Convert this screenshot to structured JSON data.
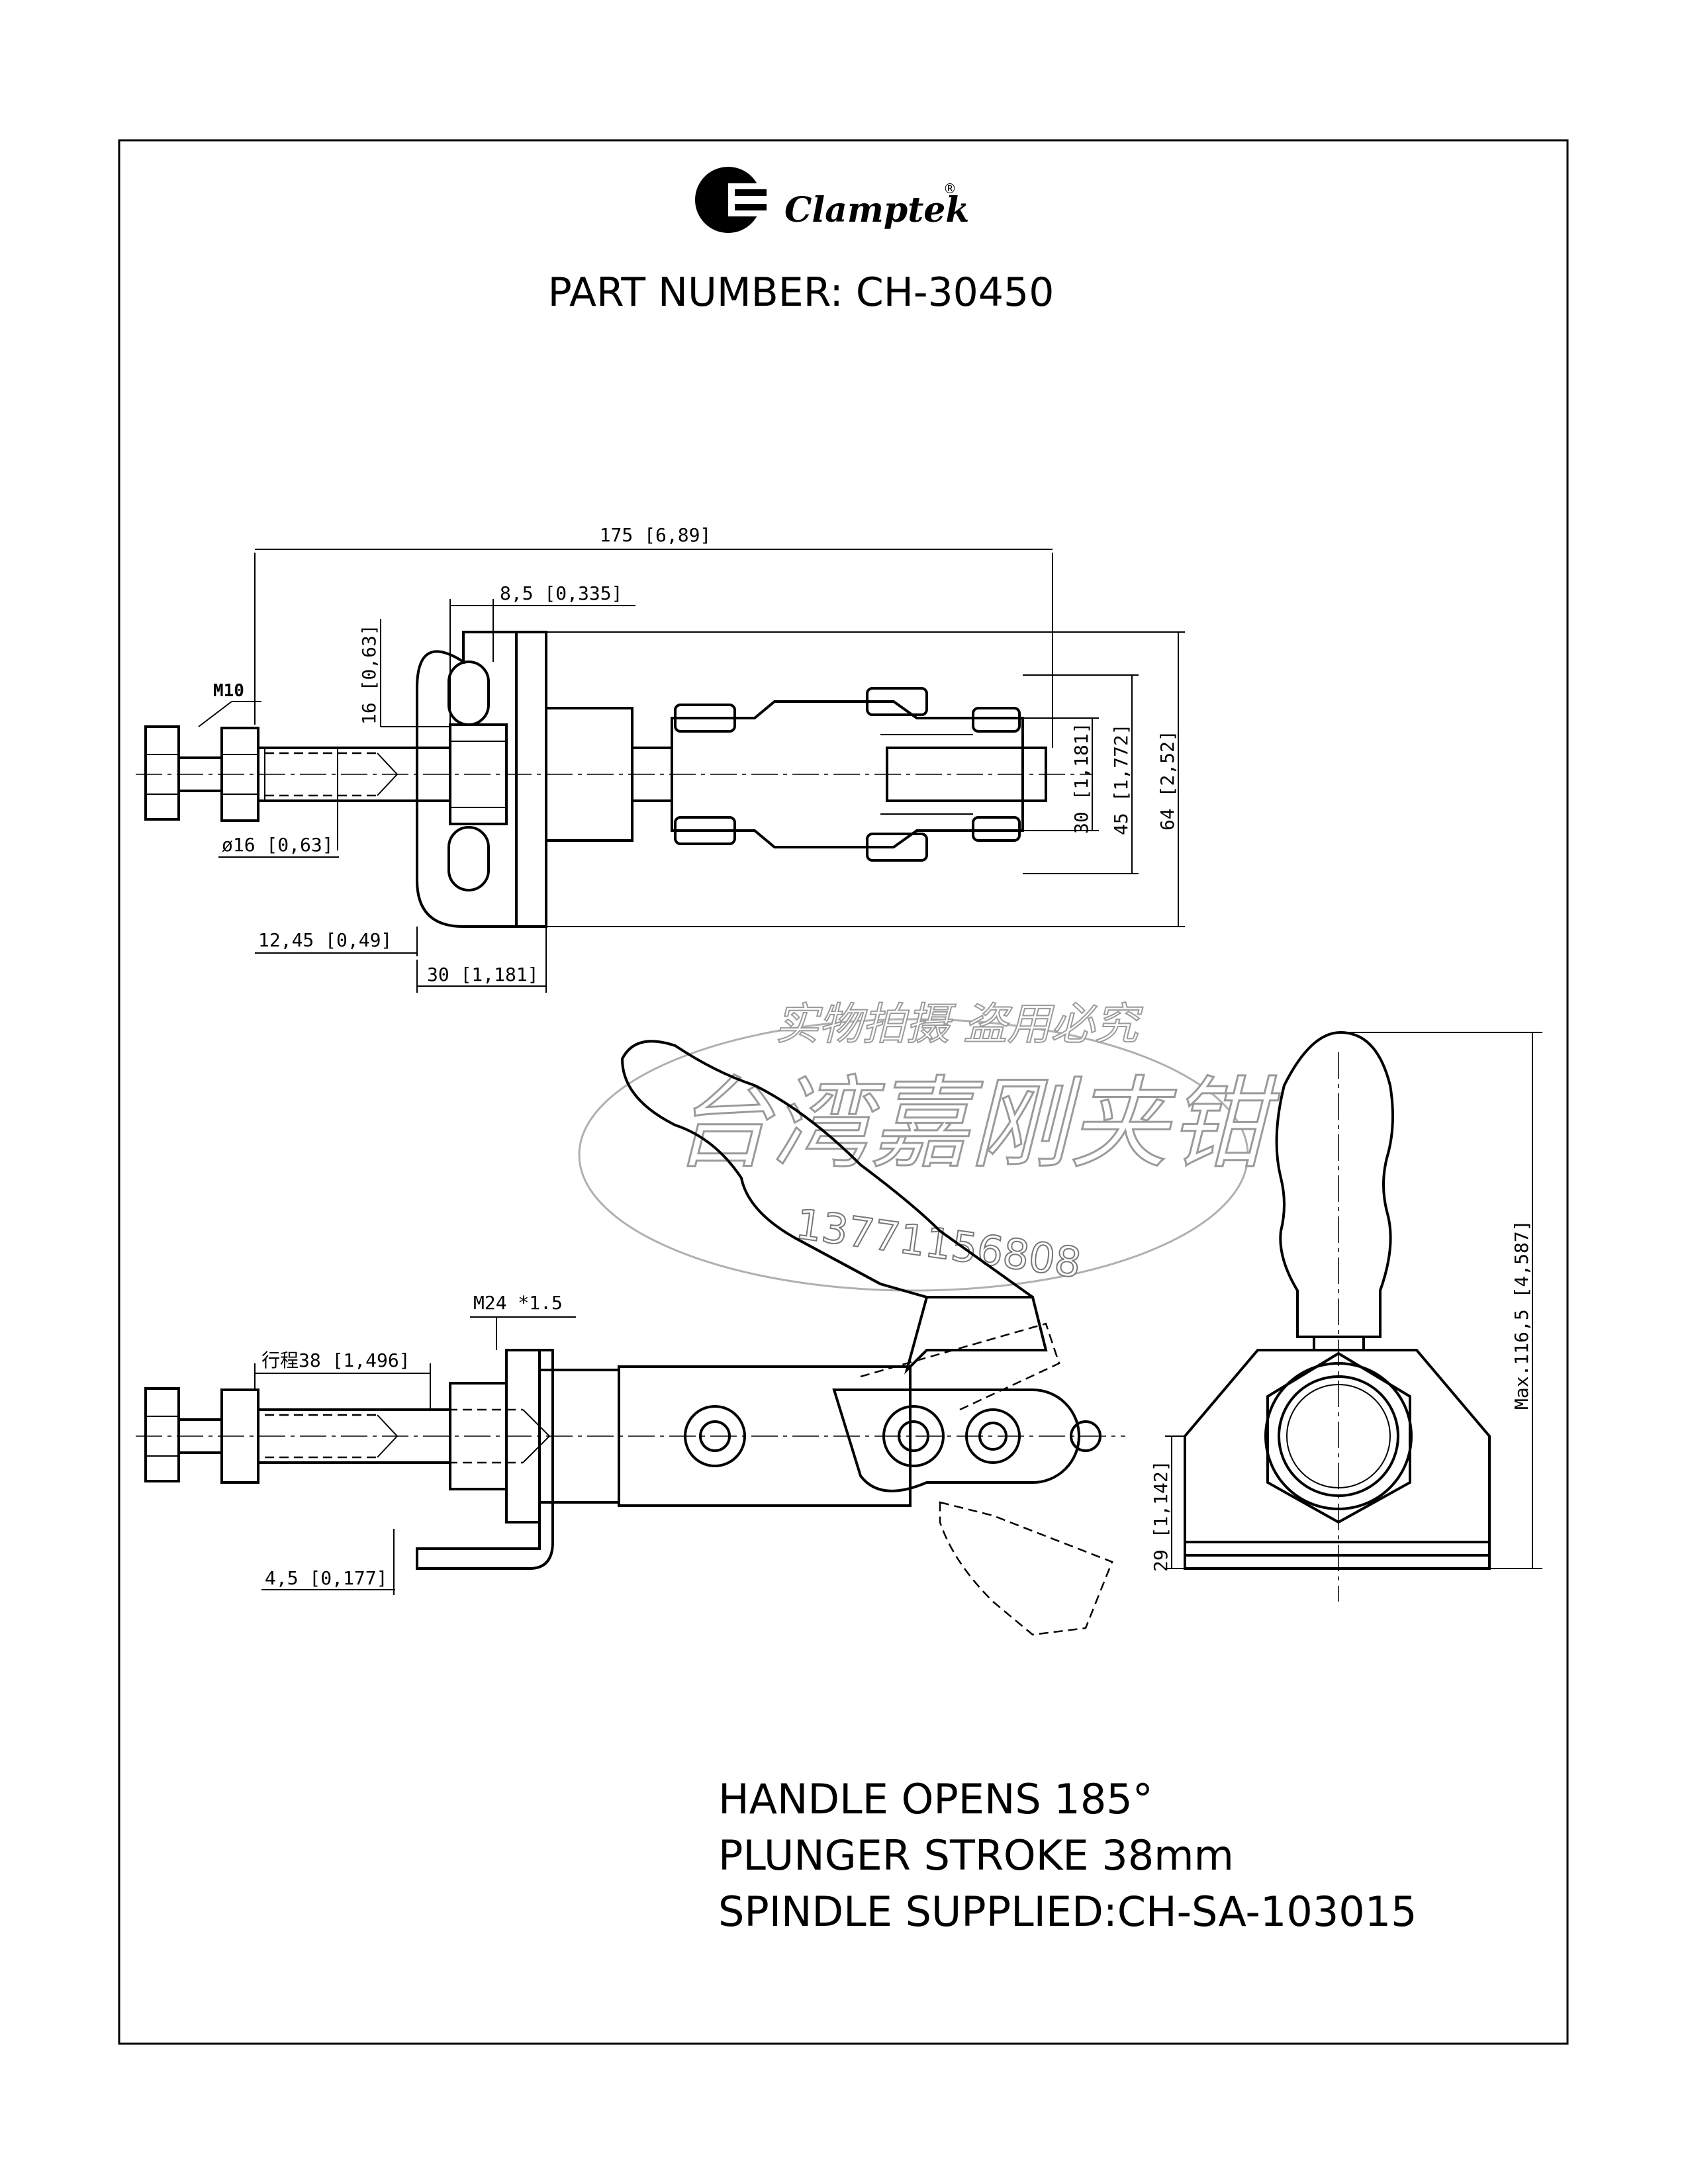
{
  "brand": {
    "name": "Clamptek",
    "registered_mark": "®",
    "logo_icon": "clamptek-c-logo-icon"
  },
  "part_number": "PART NUMBER: CH-30450",
  "top_view": {
    "dim_overall_length": "175 [6,89]",
    "dim_plate_thickness": "8,5 [0,335]",
    "dim_slot_height": "16 [0,63]",
    "thread_bolt": "M10",
    "dim_shaft_diameter": "ø16 [0,63]",
    "dim_offset": "12,45 [0,49]",
    "dim_plate_width": "30 [1,181]",
    "dim_width_30": "30 [1,181]",
    "dim_width_45": "45 [1,772]",
    "dim_width_64": "64 [2,52]"
  },
  "side_view": {
    "thread_body": "M24 *1.5",
    "dim_stroke": "行程38 [1,496]",
    "dim_foot": "4,5 [0,177]"
  },
  "end_view": {
    "dim_max_height": "Max.116,5 [4,587]",
    "dim_base_height": "29 [1,142]"
  },
  "watermark": {
    "line1": "实物拍摄 盗用必究",
    "line2": "台湾嘉刚夹钳",
    "phone": "13771156808"
  },
  "notes": [
    "HANDLE OPENS 185°",
    "PLUNGER STROKE 38mm",
    "SPINDLE SUPPLIED:CH-SA-103015"
  ]
}
